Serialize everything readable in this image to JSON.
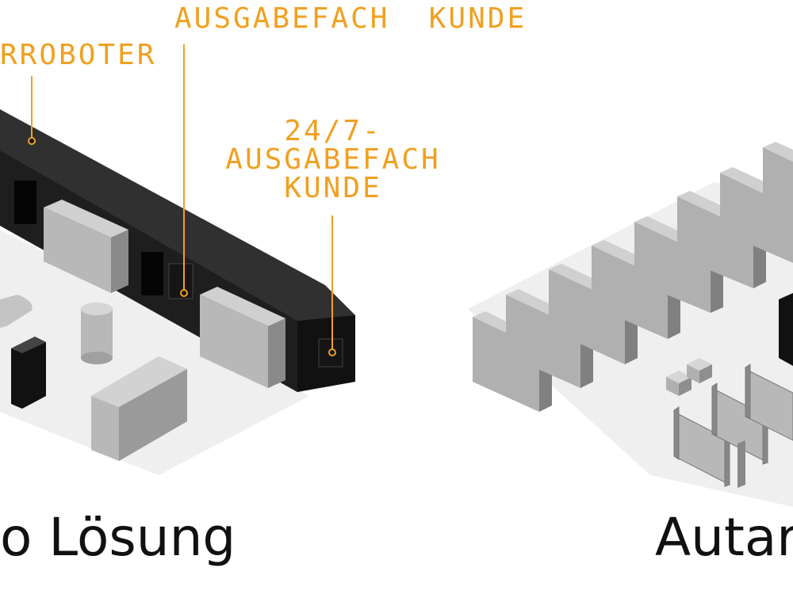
{
  "labels": {
    "lagerroboter": "RROBOTER",
    "ausgabefach_kunde": "AUSGABEFACH  KUNDE",
    "ausgabefach_247_line1": "24/7-",
    "ausgabefach_247_line2": "AUSGABEFACH",
    "ausgabefach_247_line3": "KUNDE"
  },
  "captions": {
    "left": "o Lösung",
    "right": "Autar"
  },
  "colors": {
    "accent": "#f0a020",
    "dark": "#2a2a2a",
    "black": "#111111",
    "gray": "#a8a8a8",
    "floor": "#efefef"
  }
}
